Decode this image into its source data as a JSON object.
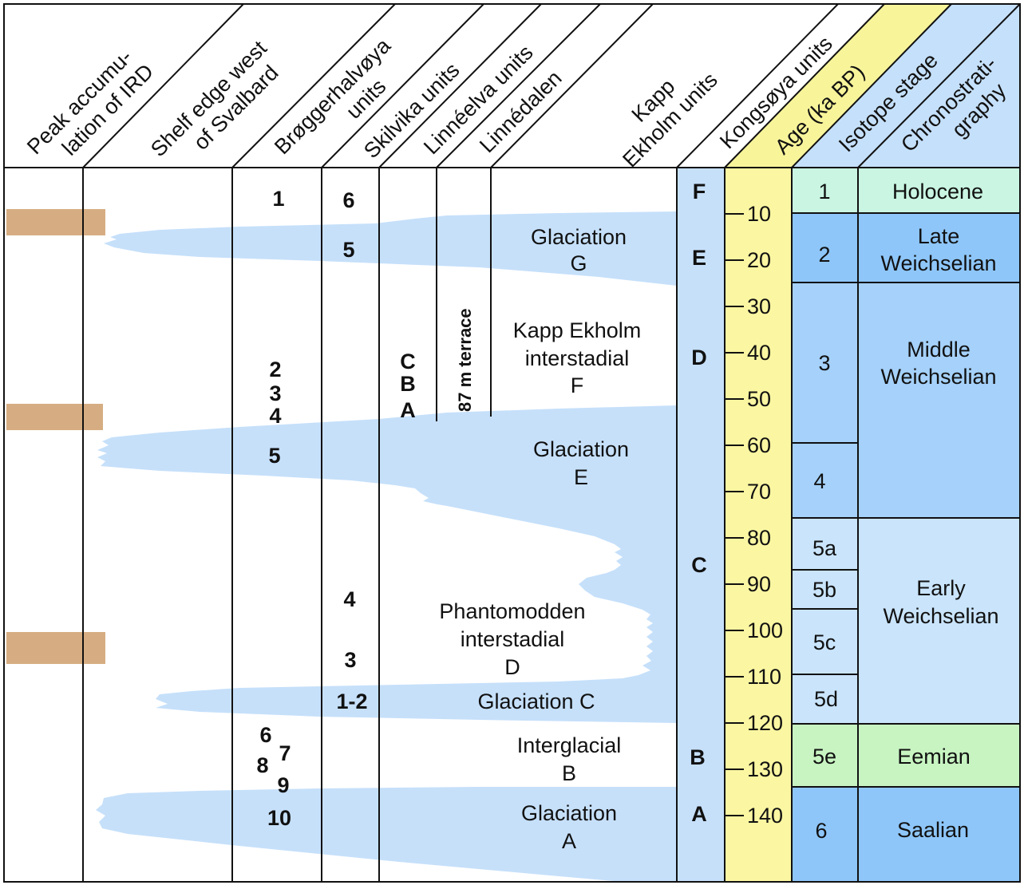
{
  "headers": {
    "ird": [
      "Peak accumu-",
      "lation of IRD"
    ],
    "shelf": [
      "Shelf edge west",
      "of Svalbard"
    ],
    "brogger": [
      "Brøggerhalvøya",
      "units"
    ],
    "skilvika": [
      "Skilvika units"
    ],
    "linneelva": [
      "Linnéelva units"
    ],
    "linnedalen": [
      "Linnédalen"
    ],
    "kapp": [
      "Kapp",
      "Ekholm units"
    ],
    "kongsoya": [
      "Kongsøya units"
    ],
    "age": [
      "Age (ka BP)"
    ],
    "isotope": [
      "Isotope stage"
    ],
    "chrono": [
      "Chronostrati-",
      "graphy"
    ]
  },
  "colors": {
    "glaciation": "#c6e0fa",
    "ird_bar": "#d6ad82",
    "age_col": "#fbf6a2",
    "age_header": "#f8f49a",
    "iso_light": "#c9e4fb",
    "iso_dark": "#8ec6f9",
    "iso_mid": "#a5d1fa",
    "holocene": "#c9f5e2",
    "eemian": "#c8f4c2",
    "header_blue": "#c5e0fa",
    "line": "#111111"
  },
  "brogger_units": {
    "u1": "1",
    "u234": [
      "2",
      "3",
      "4"
    ],
    "u5": "5",
    "u6": "6",
    "u7": "7",
    "u8": "8",
    "u9": "9",
    "u10": "10"
  },
  "skilvika_units": {
    "u6": "6",
    "u5": "5",
    "u4": "4",
    "u3": "3",
    "u12": "1-2"
  },
  "linneelva_units": [
    "C",
    "B",
    "A"
  ],
  "linnedalen_terrace": "87 m terrace",
  "events": {
    "glac_g": [
      "Glaciation",
      "G"
    ],
    "kapp_inter": [
      "Kapp Ekholm",
      "interstadial",
      "F"
    ],
    "glac_e": [
      "Glaciation",
      "E"
    ],
    "phantom": [
      "Phantomodden",
      "interstadial",
      "D"
    ],
    "glac_c": "Glaciation C",
    "interglacial": [
      "Interglacial",
      "B"
    ],
    "glac_a": [
      "Glaciation",
      "A"
    ]
  },
  "kongsoya_units": {
    "F": "F",
    "E": "E",
    "D": "D",
    "C": "C",
    "B": "B",
    "A": "A"
  },
  "age_ticks": [
    "10",
    "20",
    "30",
    "40",
    "50",
    "60",
    "70",
    "80",
    "90",
    "100",
    "110",
    "120",
    "130",
    "140"
  ],
  "isotope_stages": [
    "1",
    "2",
    "3",
    "4",
    "5a",
    "5b",
    "5c",
    "5d",
    "5e",
    "6"
  ],
  "chronostratigraphy": {
    "holocene": "Holocene",
    "late": [
      "Late",
      "Weichselian"
    ],
    "middle": [
      "Middle",
      "Weichselian"
    ],
    "early": [
      "Early",
      "Weichselian"
    ],
    "eemian": "Eemian",
    "saalian": "Saalian"
  }
}
